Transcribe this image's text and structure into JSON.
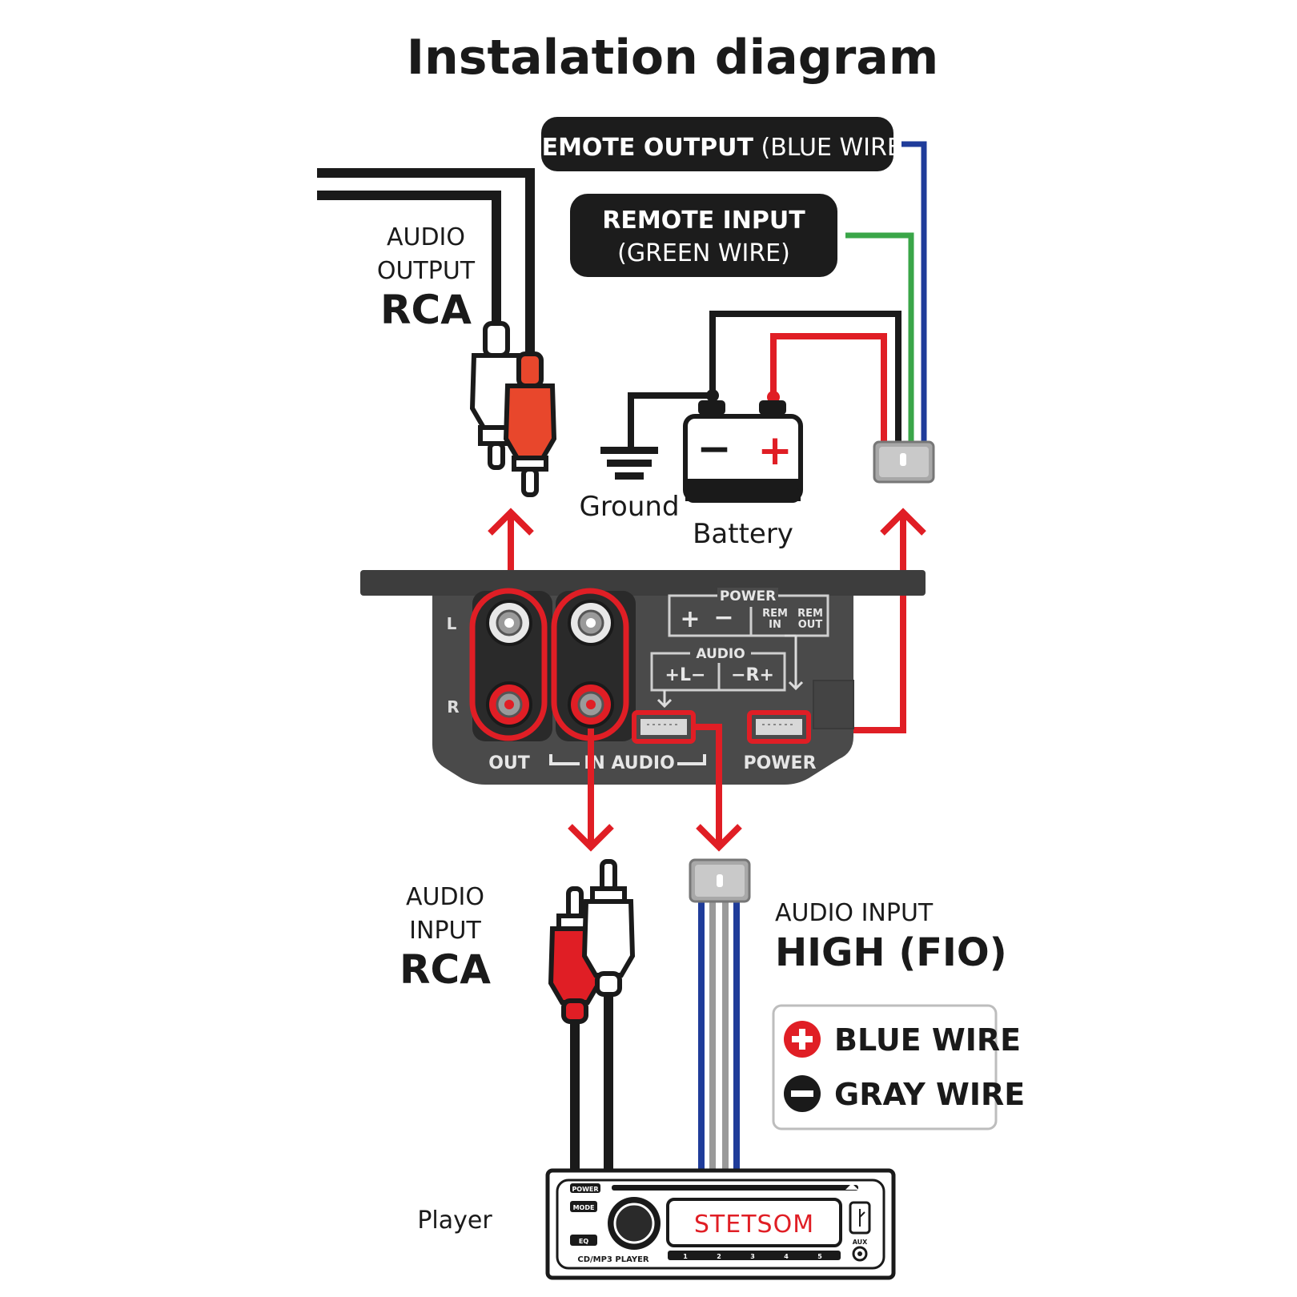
{
  "title": "Instalation diagram",
  "labels": {
    "remote_output_bold": "REMOTE OUTPUT",
    "remote_output_rest": " (BLUE WIRE)",
    "remote_input_line1": "REMOTE INPUT",
    "remote_input_line2": "(GREEN WIRE)",
    "audio_output_line1": "AUDIO",
    "audio_output_line2": "OUTPUT",
    "audio_output_line3": "RCA",
    "ground": "Ground",
    "battery": "Battery",
    "battery_minus": "−",
    "battery_plus": "+",
    "audio_input_line1": "AUDIO",
    "audio_input_line2": "INPUT",
    "audio_input_line3": "RCA",
    "audio_input_high_line1": "AUDIO INPUT",
    "audio_input_high_line2": "HIGH (FIO)",
    "legend_blue": "BLUE WIRE",
    "legend_gray": "GRAY WIRE",
    "player": "Player"
  },
  "device": {
    "channel_l": "L",
    "channel_r": "R",
    "out": "OUT",
    "in_audio": "IN AUDIO",
    "power": "POWER",
    "power_panel_title": "POWER",
    "power_plus": "+",
    "power_minus": "−",
    "rem_in_line1": "REM",
    "rem_in_line2": "IN",
    "rem_out_line1": "REM",
    "rem_out_line2": "OUT",
    "audio_panel_title": "AUDIO",
    "audio_left": "+L−",
    "audio_right": "−R+"
  },
  "player": {
    "brand": "STETSOM",
    "power_btn": "POWER",
    "mode_btn": "MODE",
    "eq_btn": "EQ",
    "model": "CD/MP3 PLAYER",
    "aux": "AUX",
    "presets": [
      "1",
      "2",
      "3",
      "4",
      "5"
    ]
  },
  "colors": {
    "red": "#e01e25",
    "blue": "#1f3c9a",
    "green": "#3aa648",
    "gray": "#9a9a9a",
    "black": "#1a1a1a",
    "device": "#4a4a4a"
  },
  "icons": [
    "ground-icon",
    "battery-icon",
    "rca-plug-icon",
    "connector-icon",
    "plus-circle-icon",
    "minus-circle-icon",
    "usb-icon"
  ]
}
